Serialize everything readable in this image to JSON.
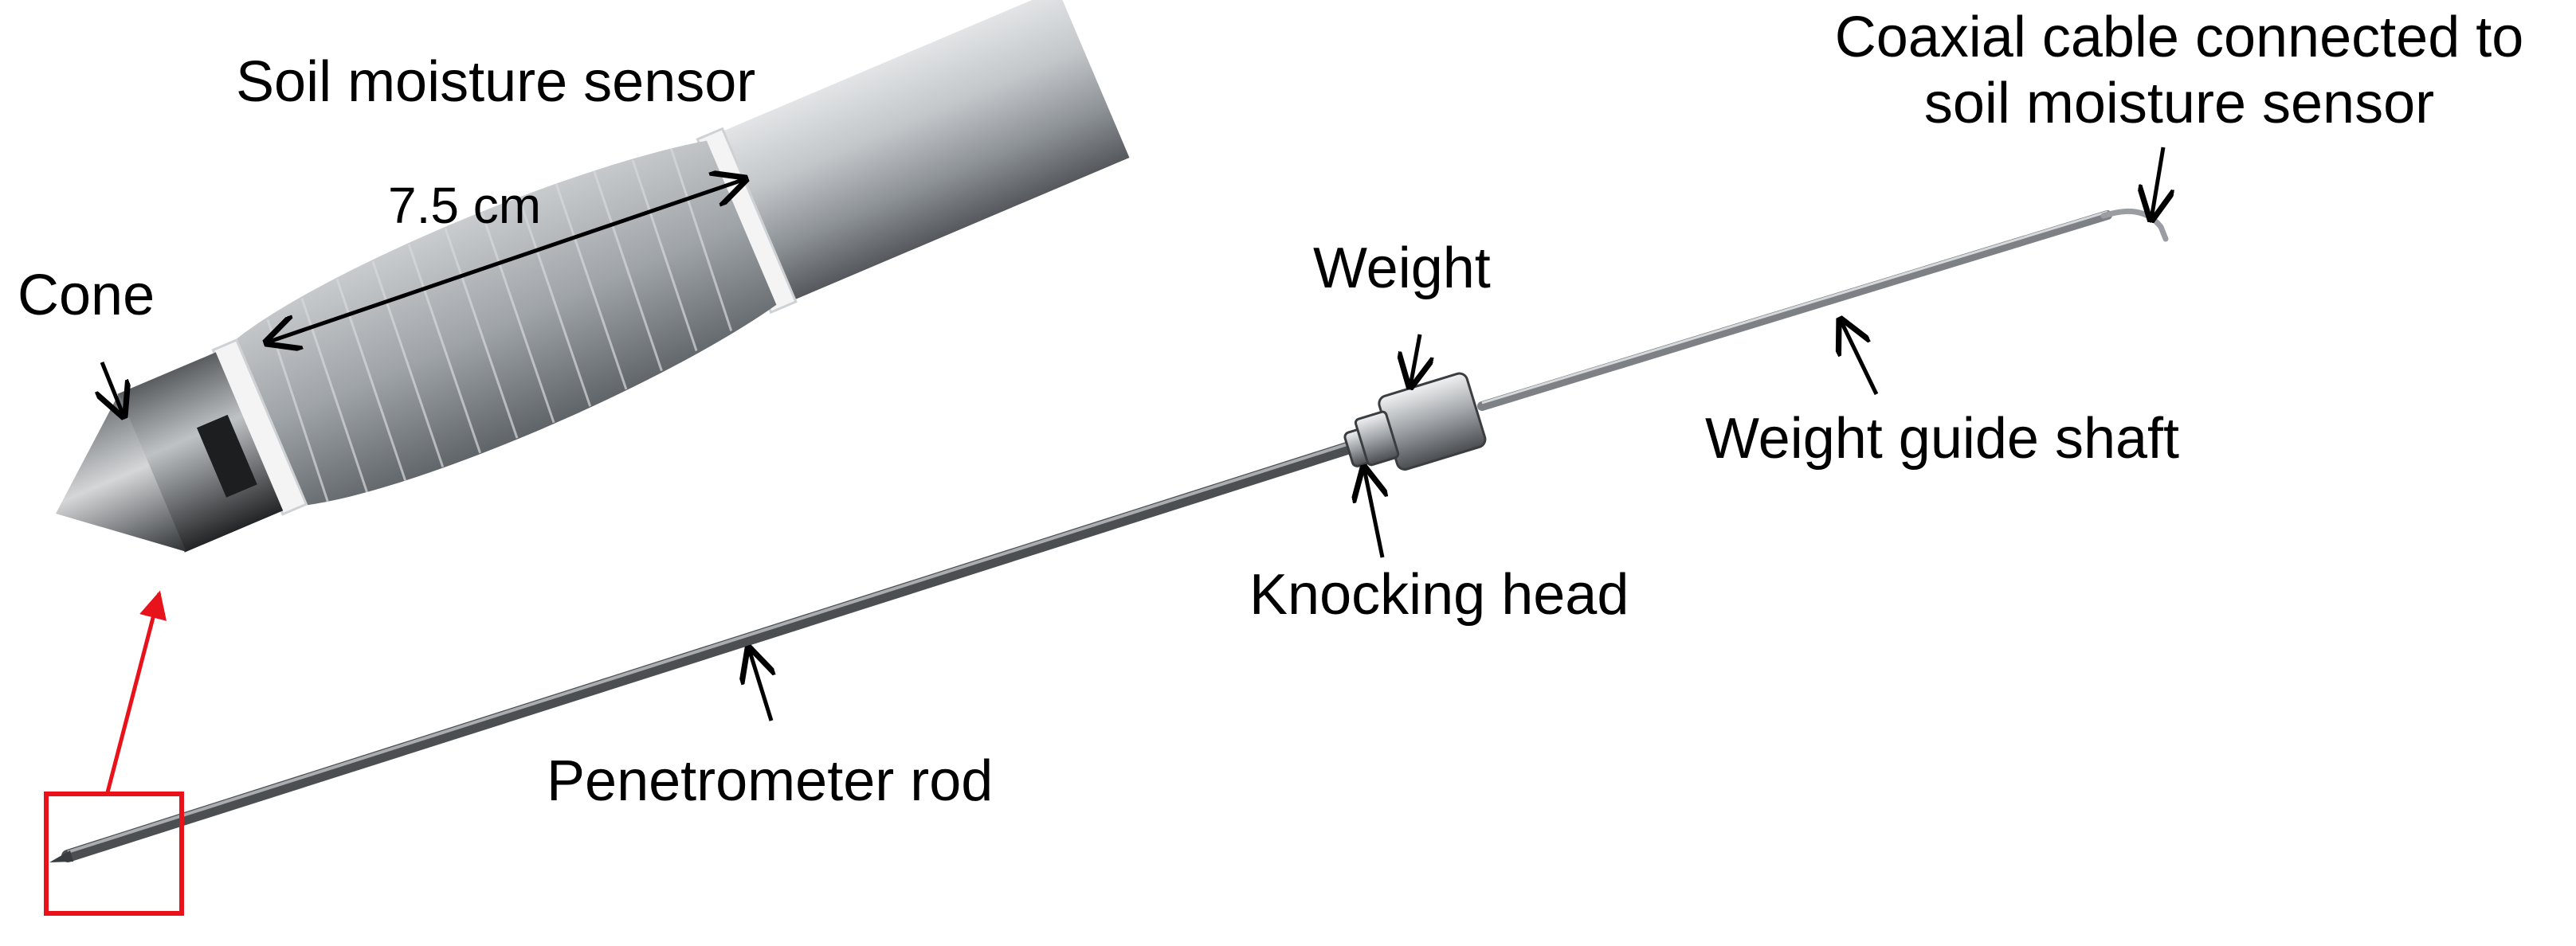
{
  "labels": {
    "soil_moisture_sensor": "Soil moisture sensor",
    "length": "7.5 cm",
    "cone": "Cone",
    "weight": "Weight",
    "cable_line1": "Coaxial cable connected to",
    "cable_line2": "soil moisture sensor",
    "weight_guide_shaft": "Weight guide shaft",
    "knocking_head": "Knocking head",
    "penetrometer_rod": "Penetrometer rod"
  },
  "colors": {
    "text": "#000000",
    "arrow": "#000000",
    "highlight": "#e8121a",
    "metal_dark": "#3c3f42",
    "metal_mid": "#8c9094",
    "metal_light": "#d9dcdf",
    "wrap": "#a7acb0"
  }
}
